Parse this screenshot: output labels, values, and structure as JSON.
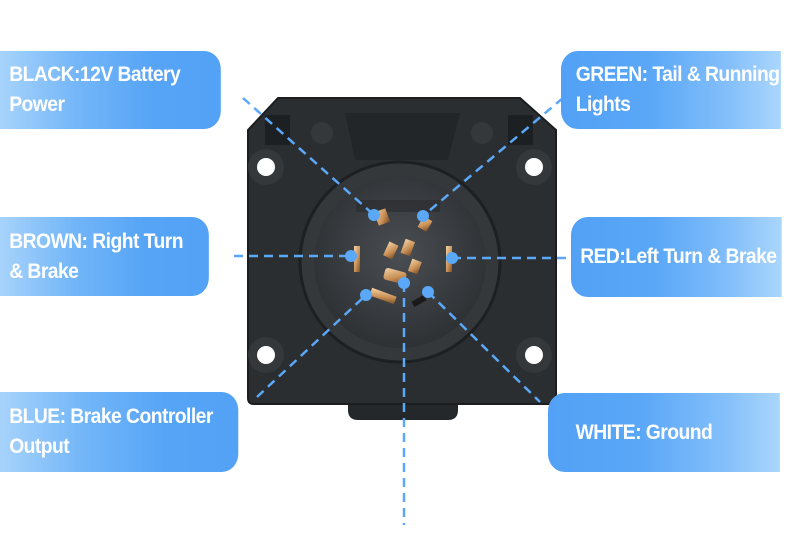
{
  "labels": {
    "black": "BLACK:12V Battery\nPower",
    "green": "GREEN: Tail & Running\nLights",
    "brown": "BROWN: Right Turn\n& Brake",
    "red": "RED:Left Turn & Brake",
    "blue": "BLUE: Brake Controller\nOutput",
    "white": "WHITE: Ground"
  },
  "colors": {
    "accent_blue": "#5aa8f7",
    "dot_blue": "#5aa8f7",
    "connector_body": "#2a2d30",
    "pin_copper": "#c9935a"
  },
  "connector": {
    "name": "7-way trailer connector socket",
    "pins": 7
  }
}
